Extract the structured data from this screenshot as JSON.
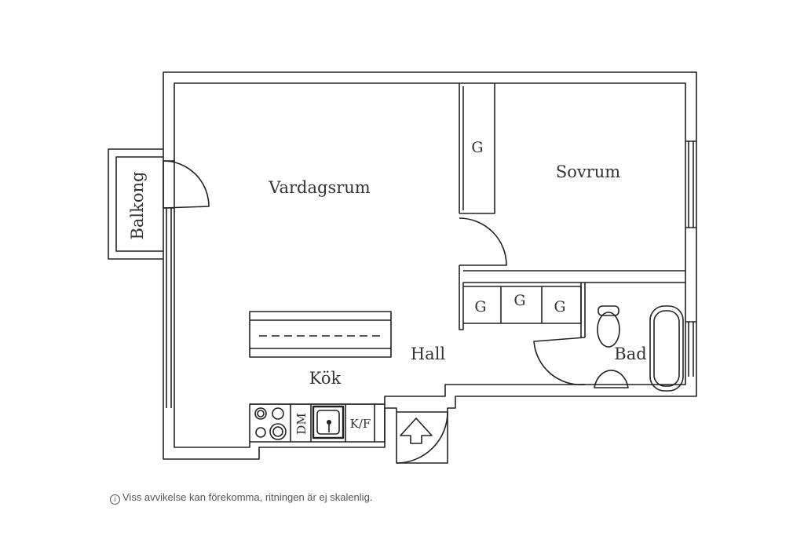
{
  "rooms": {
    "living": "Vardagsrum",
    "bedroom": "Sovrum",
    "balcony": "Balkong",
    "hall": "Hall",
    "kitchen": "Kök",
    "bath": "Bad"
  },
  "closets": [
    "G",
    "G",
    "G",
    "G"
  ],
  "appliances": {
    "dishwasher": "DM",
    "fridge": "K/F"
  },
  "caption": {
    "icon": "info-icon",
    "text": "Viss avvikelse kan förekomma, ritningen är ej skalenlig."
  }
}
